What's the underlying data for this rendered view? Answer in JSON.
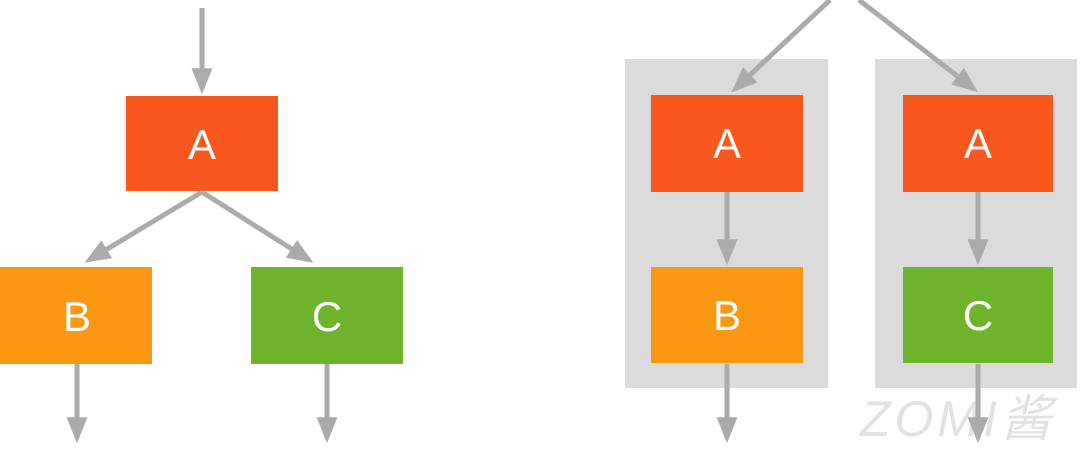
{
  "colors": {
    "node_a": "#F9571D",
    "node_b": "#FA9713",
    "node_c": "#6DB32C",
    "arrow": "#ABABAB",
    "panel": "#DBDBDB",
    "label_text": "#FFFFFF",
    "watermark": "#E2E2E2"
  },
  "left_diagram": {
    "node_a_label": "A",
    "node_b_label": "B",
    "node_c_label": "C"
  },
  "right_diagram": {
    "group_1": {
      "node_a_label": "A",
      "node_b_label": "B"
    },
    "group_2": {
      "node_a_label": "A",
      "node_c_label": "C"
    }
  },
  "watermark_text": "ZOMI酱"
}
